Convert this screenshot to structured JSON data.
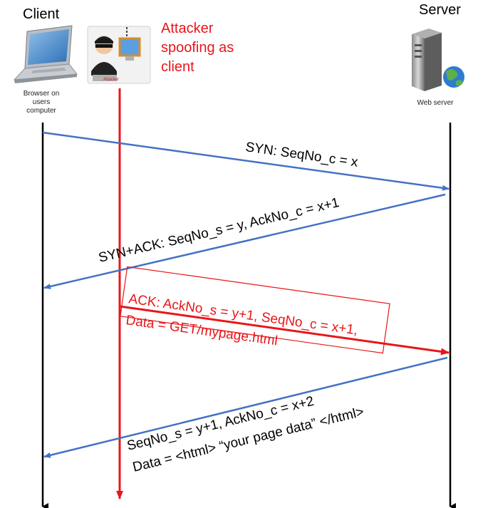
{
  "client": {
    "title": "Client",
    "caption_lines": [
      "Browser on",
      "users",
      "computer"
    ]
  },
  "attacker": {
    "badge": "Attacker",
    "label_lines": [
      "Attacker",
      "spoofing as",
      "client"
    ]
  },
  "server": {
    "title": "Server",
    "caption": "Web server"
  },
  "messages": {
    "syn": "SYN: SeqNo_c = x",
    "synack": "SYN+ACK: SeqNo_s = y, AckNo_c = x+1",
    "ack_line1": "ACK: AckNo_s = y+1, SeqNo_c = x+1,",
    "ack_line2": "Data = GET/mypage.html",
    "resp_line1": "SeqNo_s = y+1, AckNo_c = x+2",
    "resp_line2": "Data = <html> “your page data” </html>"
  },
  "colors": {
    "client_line": "#000000",
    "attacker": "#e8161a",
    "blue_arrow": "#4472c4"
  }
}
